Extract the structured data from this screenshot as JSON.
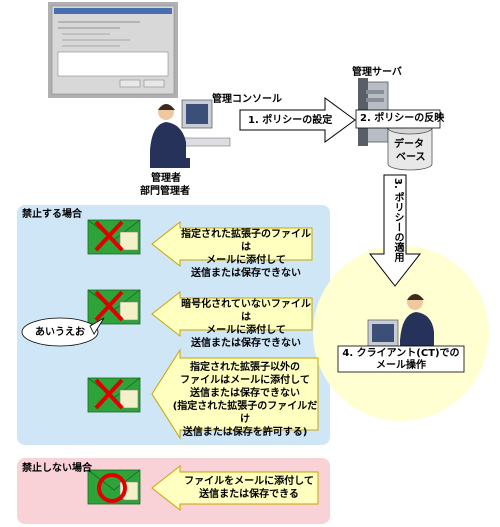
{
  "console": {
    "label": "管理コンソール",
    "admin_label_1": "管理者",
    "admin_label_2": "部門管理者"
  },
  "server": {
    "label": "管理サーバ",
    "db_label_1": "データ",
    "db_label_2": "ベース"
  },
  "steps": {
    "step1": "1. ポリシーの設定",
    "step2": "2. ポリシーの反映",
    "step3": "3. ポリシーの適用",
    "step4_line1": "4. クライアント(CT)での",
    "step4_line2": "メール操作"
  },
  "prohibit": {
    "heading": "禁止する場合",
    "rules": [
      {
        "lines": [
          "指定された拡張子のファイルは",
          "メールに添付して",
          "送信または保存できない"
        ]
      },
      {
        "lines": [
          "暗号化されていないファイルは",
          "メールに添付して",
          "送信または保存できない"
        ]
      },
      {
        "lines": [
          "指定された拡張子以外の",
          "ファイルはメールに添付して",
          "送信または保存できない",
          "(指定された拡張子のファイルだけ",
          "送信または保存を許可する)"
        ]
      }
    ],
    "bubble": "あいうえお"
  },
  "allow": {
    "heading": "禁止しない場合",
    "rule_lines": [
      "ファイルをメールに添付して",
      "送信または保存できる"
    ]
  },
  "colors": {
    "prohibit_bg": "#cfe6f7",
    "allow_bg": "#f8d2d6",
    "arrow_fill": "#ffffc0",
    "arrow_stroke": "#c8a400",
    "envelope": "#2ea33a",
    "mark": "#e00000"
  }
}
